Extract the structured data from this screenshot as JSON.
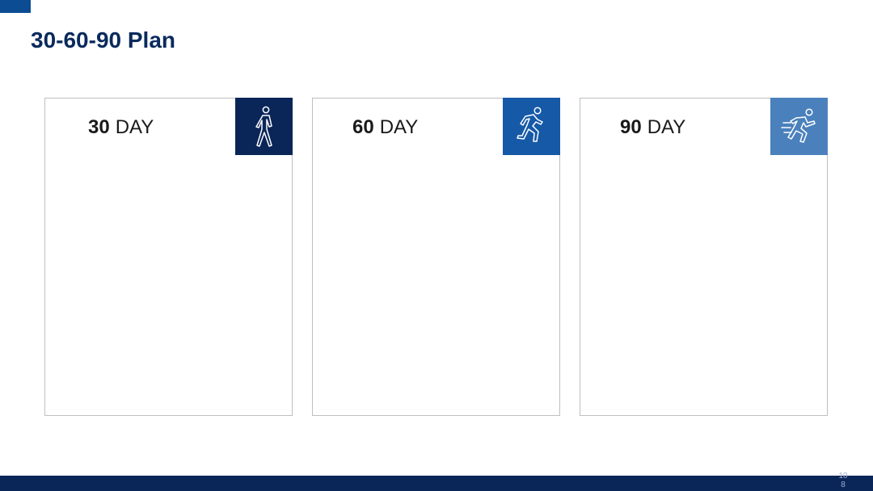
{
  "slide": {
    "title": "30-60-90 Plan",
    "page_number": "108"
  },
  "cards": [
    {
      "number": "30",
      "unit": "DAY",
      "icon": "walking-person-icon"
    },
    {
      "number": "60",
      "unit": "DAY",
      "icon": "running-person-icon"
    },
    {
      "number": "90",
      "unit": "DAY",
      "icon": "sprinting-person-icon"
    }
  ],
  "colors": {
    "title": "#0a2a5c",
    "icon_30": "#0a2558",
    "icon_60": "#1659a7",
    "icon_90": "#4a81bc",
    "footer": "#0a2558"
  }
}
